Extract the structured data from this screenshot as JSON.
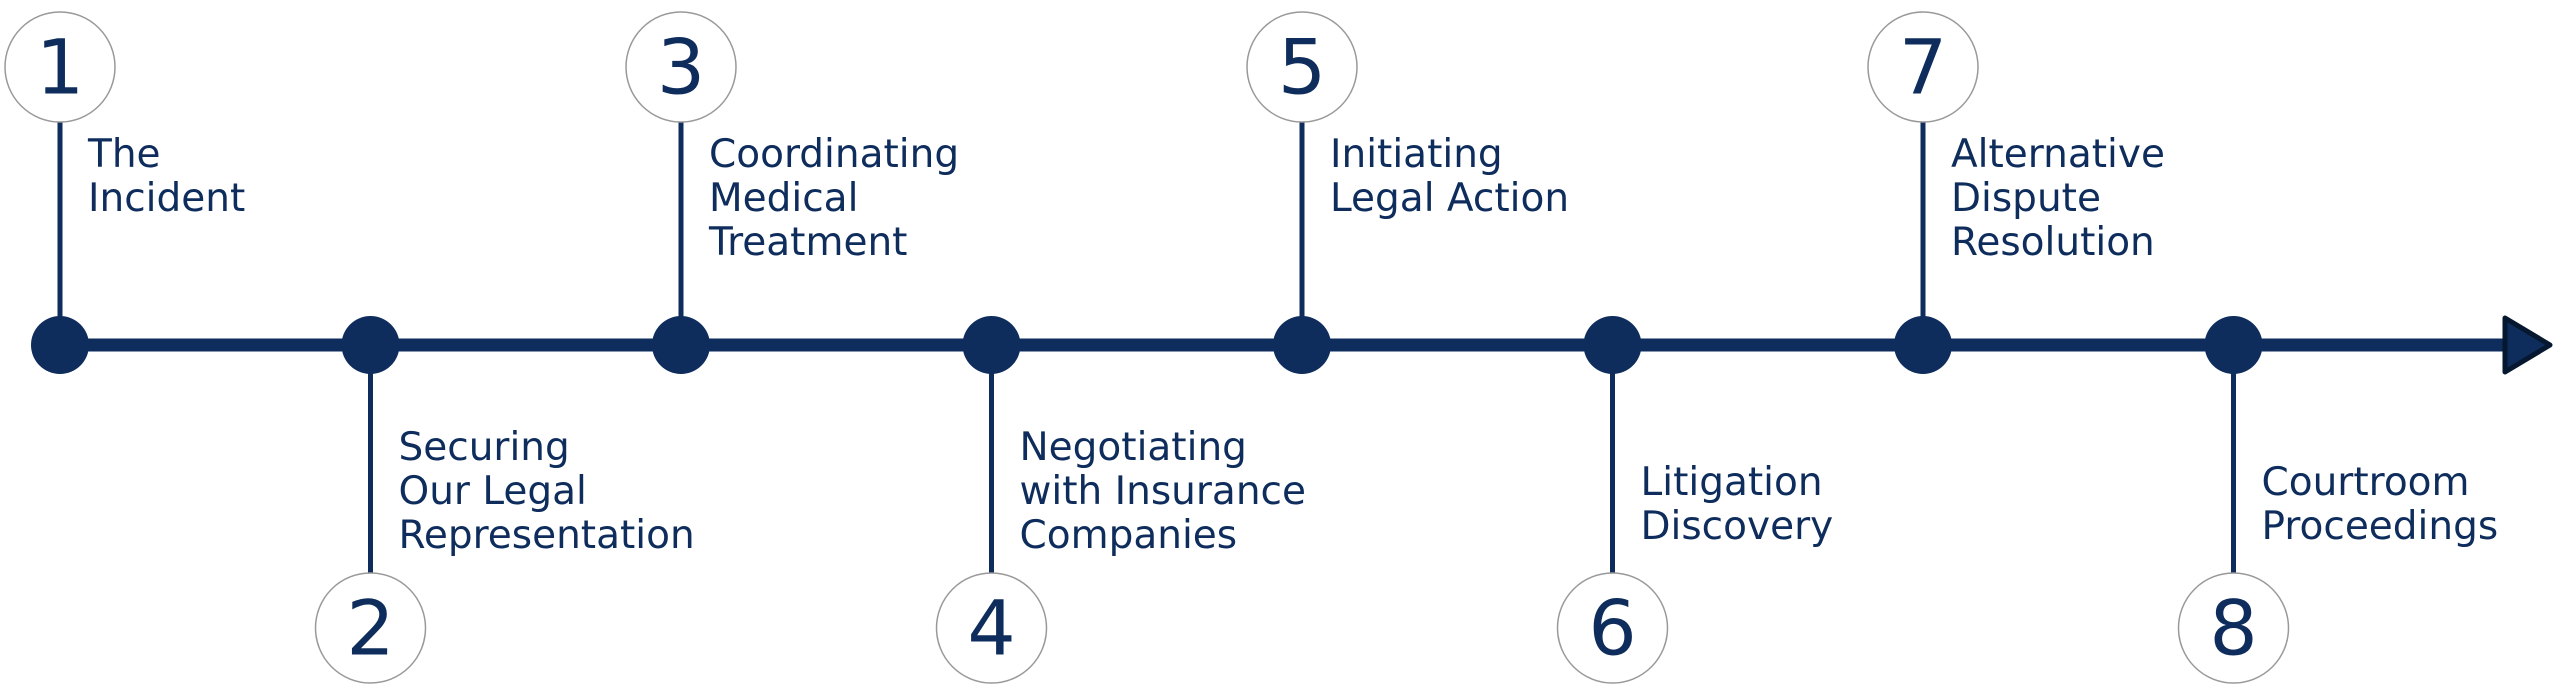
{
  "colors": {
    "primary": "#0e2d5c",
    "circle_stroke": "#999999",
    "arrow_outline": "#06182f",
    "background": "#ffffff"
  },
  "steps": [
    {
      "number": "1",
      "lines": [
        "The",
        "Incident"
      ],
      "position": "top"
    },
    {
      "number": "2",
      "lines": [
        "Securing",
        "Our Legal",
        "Representation"
      ],
      "position": "bottom"
    },
    {
      "number": "3",
      "lines": [
        "Coordinating",
        "Medical",
        "Treatment"
      ],
      "position": "top"
    },
    {
      "number": "4",
      "lines": [
        "Negotiating",
        "with Insurance",
        "Companies"
      ],
      "position": "bottom"
    },
    {
      "number": "5",
      "lines": [
        "Initiating",
        "Legal Action"
      ],
      "position": "top"
    },
    {
      "number": "6",
      "lines": [
        "Litigation",
        "Discovery"
      ],
      "position": "bottom"
    },
    {
      "number": "7",
      "lines": [
        "Alternative",
        "Dispute",
        "Resolution"
      ],
      "position": "top"
    },
    {
      "number": "8",
      "lines": [
        "Courtroom",
        "Proceedings"
      ],
      "position": "bottom"
    }
  ]
}
